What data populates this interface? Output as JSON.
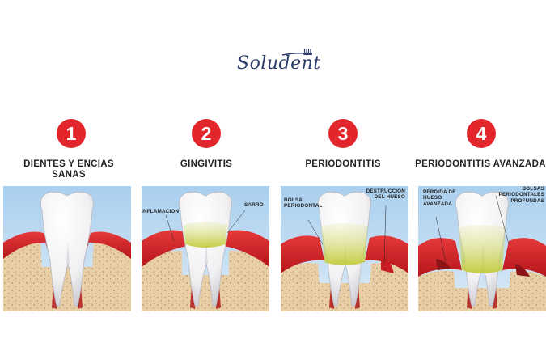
{
  "brand": {
    "name": "Soludent"
  },
  "stages": [
    {
      "number": "1",
      "title": "DIENTES Y ENCIAS SANAS",
      "labels": []
    },
    {
      "number": "2",
      "title": "GINGIVITIS",
      "labels": [
        "INFLAMACION",
        "SARRO"
      ]
    },
    {
      "number": "3",
      "title": "PERIODONTITIS",
      "labels": [
        "BOLSA PERIODONTAL",
        "DESTRUCCION DEL HUESO"
      ]
    },
    {
      "number": "4",
      "title": "PERIODONTITIS AVANZADA",
      "labels": [
        "PERDIDA DE HUESO AVANZADA",
        "BOLSAS PERIODONTALES PROFUNDAS"
      ]
    }
  ],
  "colors": {
    "badge": "#e3262b",
    "brand": "#2d3d6b",
    "gum": "#e0262b",
    "bone": "#e8cfa6",
    "tartar": "#cfd65a",
    "background_panel": "#bcdaf0"
  }
}
